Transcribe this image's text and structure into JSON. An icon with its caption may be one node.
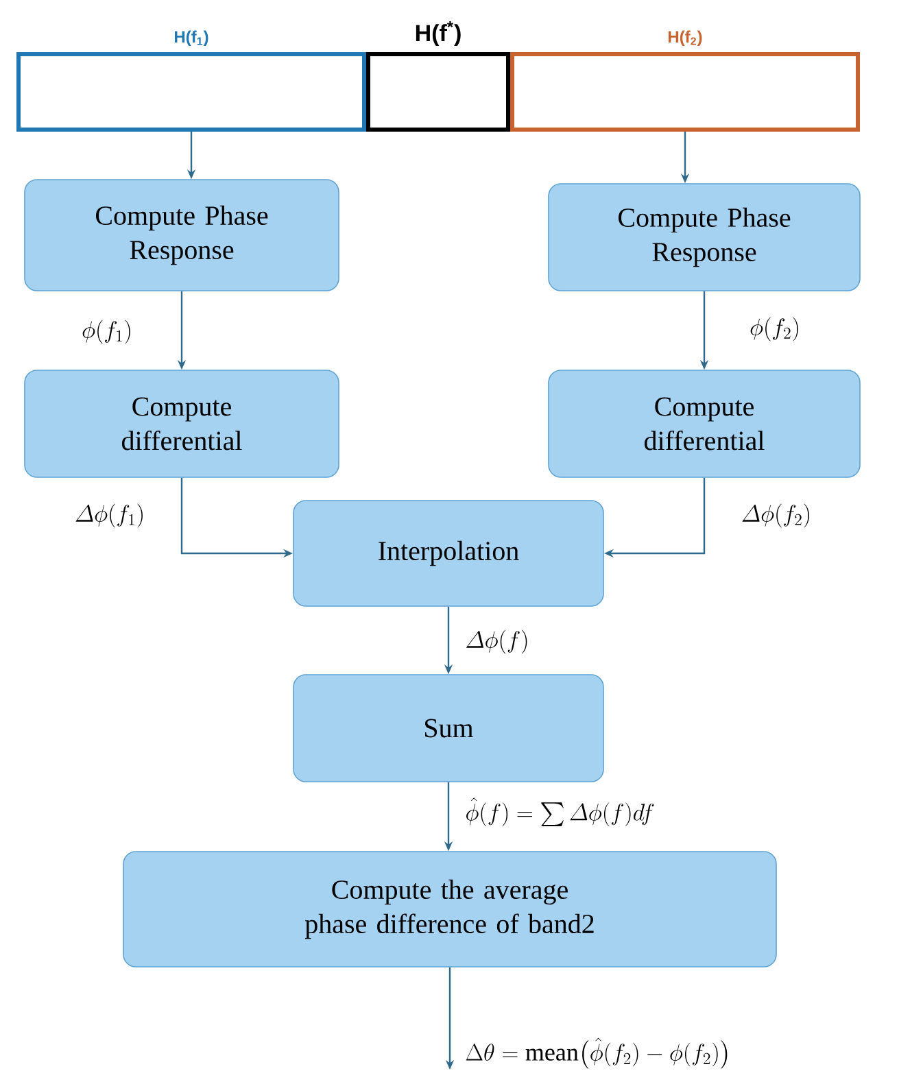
{
  "diagram": {
    "nodes": [
      {
        "text": [
          "H(f$_{1}$)"
        ]
      },
      {
        "text": [
          "H(f$^{*}$)"
        ]
      },
      {
        "text": [
          "H(f$_{2}$)"
        ]
      },
      {
        "text": [
          "Compute Phase Response"
        ]
      },
      {
        "text": [
          "Compute Phase Response"
        ]
      },
      {
        "text": [
          "Compute differential"
        ]
      },
      {
        "text": [
          "Compute differential"
        ]
      },
      {
        "text": [
          "Interpolation"
        ]
      },
      {
        "text": [
          "Sum"
        ]
      },
      {
        "text": [
          "Compute the average phase difference of band2"
        ]
      }
    ],
    "edges": [
      {
        "from": 0,
        "to": 3,
        "arrow": "to"
      },
      {
        "from": 2,
        "to": 4,
        "arrow": "to"
      },
      {
        "from": 3,
        "to": 5,
        "arrow": "to",
        "label": "\\phi(f_1)"
      },
      {
        "from": 4,
        "to": 6,
        "arrow": "to",
        "label": "\\phi(f_2)"
      },
      {
        "from": 5,
        "to": 7,
        "arrow": "to",
        "label": "\\varDelta\\phi(f_1)"
      },
      {
        "from": 6,
        "to": 7,
        "arrow": "to",
        "label": "\\varDelta\\phi(f_2)"
      },
      {
        "from": 7,
        "to": 8,
        "arrow": "to",
        "label": "\\varDelta\\phi(f)"
      },
      {
        "from": 8,
        "to": 9,
        "arrow": "to",
        "label": "\\hat{\\phi}(f) = \\sum \\varDelta\\phi(f)df"
      },
      {
        "from": 9,
        "to": null,
        "arrow": "to",
        "label": "\\Delta\\theta = \\mathrm{mean}\\bigl(\\hat{\\phi}(f_2) - \\phi(f_2)\\bigr)"
      }
    ]
  }
}
